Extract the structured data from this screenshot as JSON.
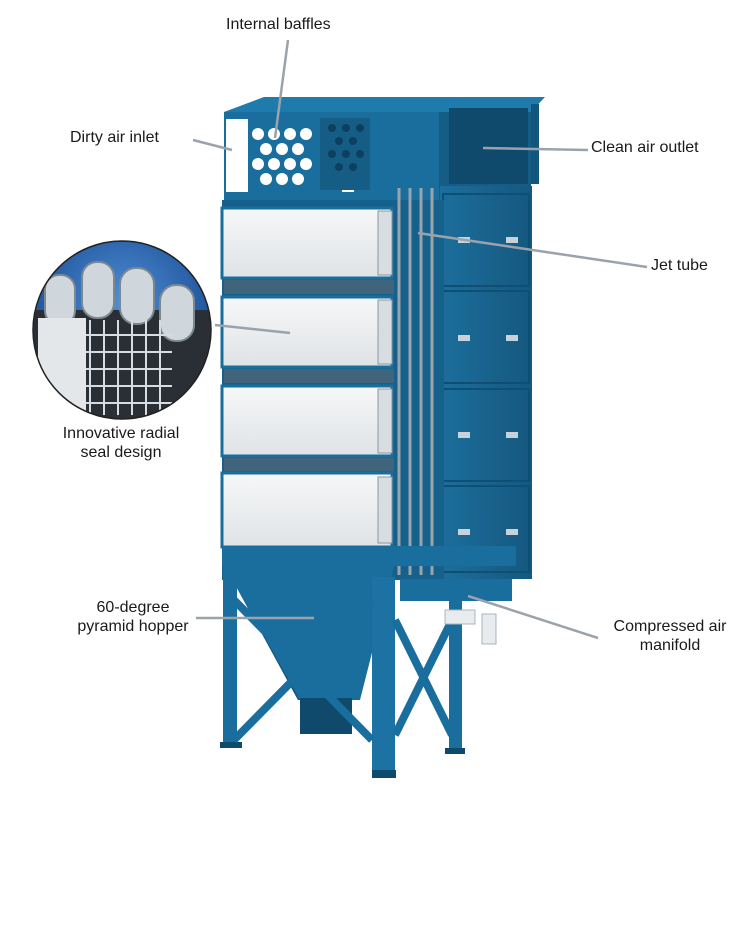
{
  "labels": {
    "internal_baffles": "Internal baffles",
    "dirty_air_inlet": "Dirty air inlet",
    "clean_air_outlet": "Clean air outlet",
    "jet_tube": "Jet tube",
    "radial_seal_line1": "Innovative radial",
    "radial_seal_line2": "seal design",
    "hopper_line1": "60-degree",
    "hopper_line2": "pyramid hopper",
    "manifold_line1": "Compressed air",
    "manifold_line2": "manifold"
  },
  "colors": {
    "collector_blue": "#1a6e9e",
    "collector_blue_dark": "#0e4f76",
    "collector_blue_light": "#2a86b8",
    "filter_white": "#eef0f2",
    "leader_line": "#9aa3ab",
    "inset_bg": "#1f5fb0"
  },
  "icons": [
    "dust-collector-illustration",
    "radial-seal-inset-photo"
  ]
}
